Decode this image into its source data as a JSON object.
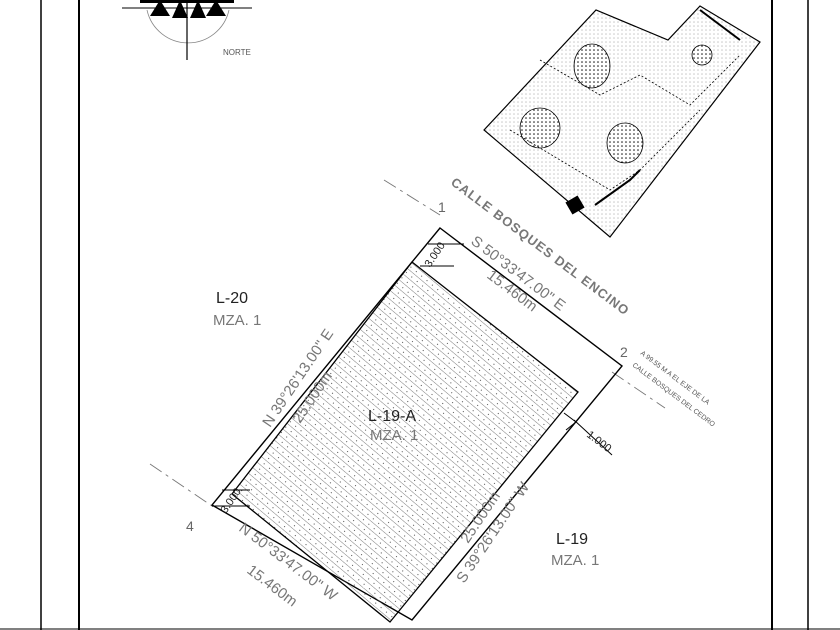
{
  "north_arrow": {
    "label": "NORTE"
  },
  "street": {
    "name": "CALLE BOSQUES DEL ENCINO"
  },
  "vertices": {
    "v1": "1",
    "v2": "2",
    "v4": "4"
  },
  "bearings": {
    "ne_side": "S 50°33'47.00\" E",
    "ne_distance": "15.460m",
    "nw_side": "N 39°26'13.00\" E",
    "nw_distance": "25.000m",
    "se_side": "S 39°26'13.00\" W",
    "se_distance": "25.000m",
    "sw_side": "N 50°33'47.00\" W",
    "sw_distance": "15.460m"
  },
  "offsets": {
    "top": "3.000",
    "bottom": "3.000",
    "right": "1.000"
  },
  "reference_note": {
    "line1": "A 99.55 M A EL EJE DE LA",
    "line2": "CALLE BOSQUES DEL CEDRO"
  },
  "lots": {
    "subject": {
      "lot": "L-19-A",
      "block": "MZA. 1"
    },
    "west": {
      "lot": "L-20",
      "block": "MZA. 1"
    },
    "east": {
      "lot": "L-19",
      "block": "MZA. 1"
    }
  }
}
